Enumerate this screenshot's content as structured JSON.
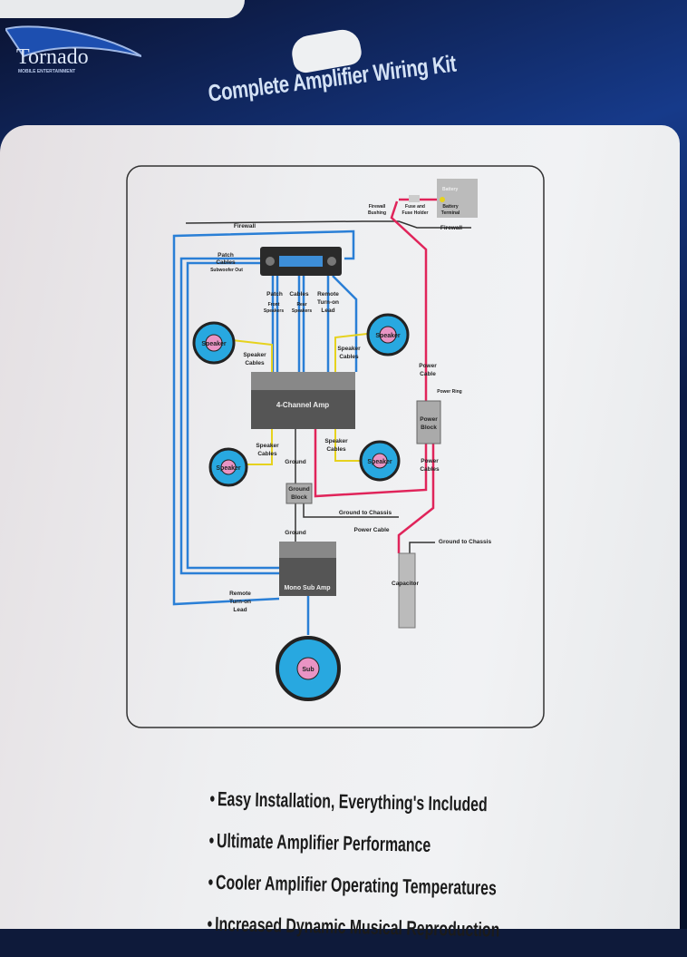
{
  "brand": {
    "name": "Tornado",
    "tagline": "MOBILE ENTERTAINMENT"
  },
  "title": "Complete Amplifier Wiring Kit",
  "diagram": {
    "firewall_left": "Firewall",
    "firewall_right": "Firewall",
    "firewall_bushing": [
      "Firewall",
      "Bushing"
    ],
    "fuse_holder": [
      "Fuse and",
      "Fuse Holder"
    ],
    "battery": "Battery",
    "battery_terminal": [
      "Battery",
      "Terminal"
    ],
    "patch_cables_top": [
      "Patch",
      "Cables"
    ],
    "subwoofer_out": "Subwoofer Out",
    "patch": "Patch",
    "cables": "Cables",
    "front_speakers": [
      "Front",
      "Speakers"
    ],
    "rear_speakers": [
      "Rear",
      "Speakers"
    ],
    "remote_turn_on_top": [
      "Remote",
      "Turn-on",
      "Lead"
    ],
    "speaker": "Speaker",
    "speaker_cables": [
      "Speaker",
      "Cables"
    ],
    "four_channel_amp": "4-Channel Amp",
    "power_cable": [
      "Power",
      "Cable"
    ],
    "power_ring": "Power Ring",
    "power_block": [
      "Power",
      "Block"
    ],
    "power_cables": [
      "Power",
      "Cables"
    ],
    "ground": "Ground",
    "ground_block": [
      "Ground",
      "Block"
    ],
    "ground_to_chassis": "Ground to Chassis",
    "power_cable_low": "Power Cable",
    "ground_to_chassis_cap": "Ground to Chassis",
    "mono_sub_amp": "Mono Sub Amp",
    "capacitor": "Capacitor",
    "remote_turn_on_low": [
      "Remote",
      "Turn-on",
      "Lead"
    ],
    "sub": "Sub"
  },
  "features": [
    "Easy Installation, Everything's Included",
    "Ultimate Amplifier Performance",
    "Cooler Amplifier Operating Temperatures",
    "Increased Dynamic Musical Reproduction"
  ],
  "colors": {
    "blue_wire": "#2a7fd6",
    "red_wire": "#e0245a",
    "yellow_wire": "#e6d21e",
    "bag": "#163a8a"
  }
}
